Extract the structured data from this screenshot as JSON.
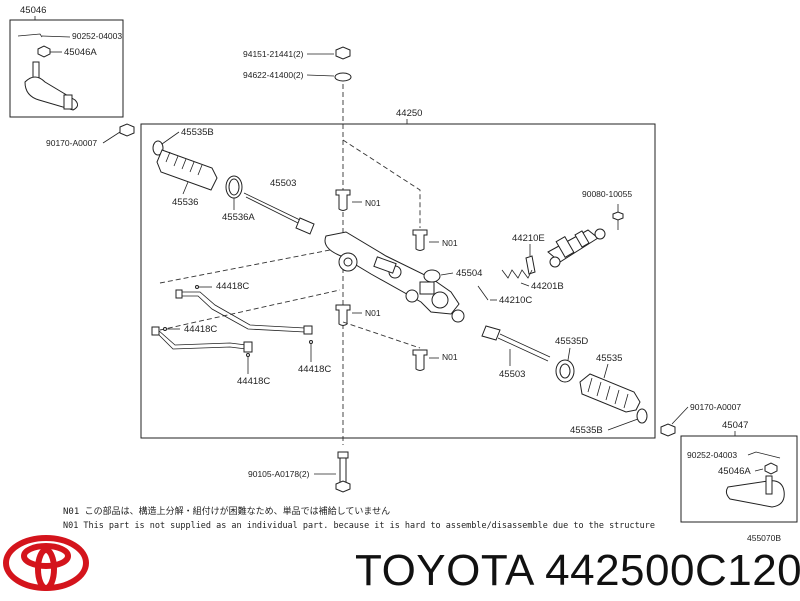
{
  "callouts": {
    "top_left_group": "45046",
    "tl_clip": "90252-04003",
    "tl_tierod": "45046A",
    "tl_nut": "90170-A0007",
    "bolt_nut": "94151-21441(2)",
    "bolt_washer": "94622-41400(2)",
    "assembly": "44250",
    "boot_clamp_l": "45535B",
    "boot_l": "45536",
    "boot_band_l": "45536A",
    "rack_end_l": "45503",
    "bush_1": "N01",
    "bush_2": "N01",
    "bush_3": "N01",
    "bush_4": "N01",
    "valve_bolt": "90080-10055",
    "seal": "44210E",
    "spring": "44201B",
    "seal_c": "44210C",
    "gear_housing": "45504",
    "tube_1": "44418C",
    "tube_2": "44418C",
    "tube_3": "44418C",
    "tube_4": "44418C",
    "rack_end_r": "45503",
    "boot_clamp_r_top": "45535D",
    "boot_r": "45535",
    "boot_clamp_r": "45535B",
    "br_nut": "90170-A0007",
    "bottom_right_group": "45047",
    "br_clip": "90252-04003",
    "br_tierod": "45046A",
    "bottom_bolt": "90105-A0178(2)",
    "figure_no": "455070B"
  },
  "notes": {
    "jp": "N01 この部品は、構造上分解・組付けが困難なため、単品では補給していません",
    "en": "N01 This part is not supplied as an individual part.  because it is hard to assemble/disassemble due to the structure"
  },
  "footer": {
    "title": "TOYOTA 442500C120",
    "logo_color": "#d4141c"
  }
}
